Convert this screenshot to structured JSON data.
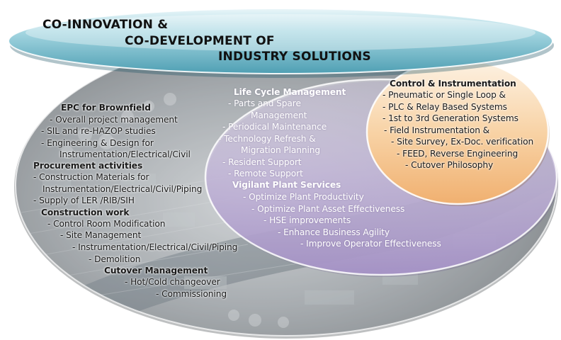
{
  "title": {
    "line1": "CO-INNOVATION &",
    "line2": "CO-DEVELOPMENT OF",
    "line3": "INDUSTRY SOLUTIONS"
  },
  "outer": {
    "lines": [
      {
        "text": "EPC for Brownfield",
        "bold": true
      },
      {
        "text": "- Overall project management",
        "bold": false
      },
      {
        "text": "- SIL and re-HAZOP studies",
        "bold": false
      },
      {
        "text": "- Engineering & Design for",
        "bold": false
      },
      {
        "text": "Instrumentation/Electrical/Civil",
        "bold": false
      },
      {
        "text": "Procurement activities",
        "bold": true
      },
      {
        "text": "- Construction Materials for",
        "bold": false
      },
      {
        "text": "Instrumentation/Electrical/Civil/Piping",
        "bold": false
      },
      {
        "text": "- Supply of LER /RIB/SIH",
        "bold": false
      },
      {
        "text": "Construction work",
        "bold": true
      },
      {
        "text": "- Control Room Modification",
        "bold": false
      },
      {
        "text": "- Site Management",
        "bold": false
      },
      {
        "text": "- Instrumentation/Electrical/Civil/Piping",
        "bold": false
      },
      {
        "text": "- Demolition",
        "bold": false
      },
      {
        "text": "Cutover Management",
        "bold": true
      },
      {
        "text": "- Hot/Cold changeover",
        "bold": false
      },
      {
        "text": "- Commissioning",
        "bold": false
      }
    ]
  },
  "middle": {
    "lines": [
      {
        "text": "Life Cycle Management",
        "bold": true
      },
      {
        "text": "- Parts and Spare",
        "bold": false
      },
      {
        "text": "Management",
        "bold": false
      },
      {
        "text": "- Periodical Maintenance",
        "bold": false
      },
      {
        "text": "- Technology Refresh &",
        "bold": false
      },
      {
        "text": "Migration Planning",
        "bold": false
      },
      {
        "text": "- Resident Support",
        "bold": false
      },
      {
        "text": "- Remote Support",
        "bold": false
      },
      {
        "text": "Vigilant Plant Services",
        "bold": true
      },
      {
        "text": "- Optimize Plant Productivity",
        "bold": false
      },
      {
        "text": "- Optimize Plant Asset Effectiveness",
        "bold": false
      },
      {
        "text": "- HSE improvements",
        "bold": false
      },
      {
        "text": "- Enhance Business Agility",
        "bold": false
      },
      {
        "text": "- Improve Operator Effectiveness",
        "bold": false
      }
    ]
  },
  "inner": {
    "lines": [
      {
        "text": "Control & Instrumentation",
        "bold": true
      },
      {
        "text": "- Pneumatic or Single Loop &",
        "bold": false
      },
      {
        "text": "- PLC & Relay Based Systems",
        "bold": false
      },
      {
        "text": "- 1st to 3rd Generation Systems",
        "bold": false
      },
      {
        "text": "- Field Instrumentation &",
        "bold": false
      },
      {
        "text": "- Site Survey, Ex-Doc. verification",
        "bold": false
      },
      {
        "text": "- FEED, Reverse Engineering",
        "bold": false
      },
      {
        "text": "- Cutover Philosophy",
        "bold": false
      }
    ]
  },
  "colors": {
    "outer_fill": "#9a9fa3",
    "middle_fill": "#c9bfdc",
    "inner_fill": "#f6c999",
    "banner_fill": "#7fc4d3",
    "text_dark": "#1a1a1a",
    "text_light": "#ffffff"
  }
}
